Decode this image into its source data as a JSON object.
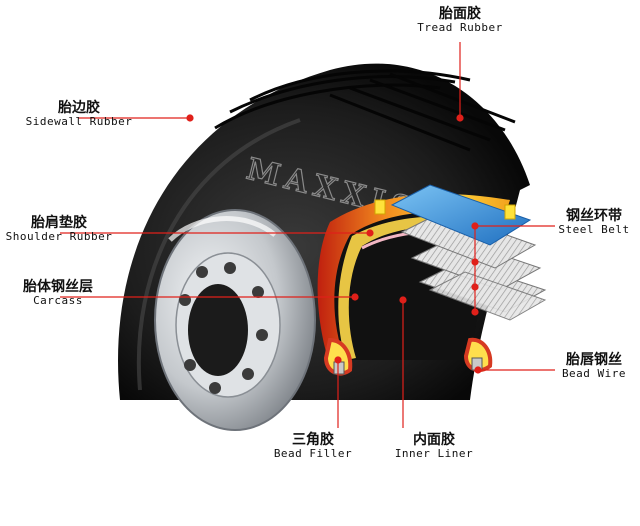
{
  "brand": "MAXXIS",
  "labels": {
    "tread": {
      "cn": "胎面胶",
      "en": "Tread Rubber"
    },
    "sidewall": {
      "cn": "胎边胶",
      "en": "Sidewall Rubber"
    },
    "shoulder": {
      "cn": "胎肩垫胶",
      "en": "Shoulder Rubber"
    },
    "carcass": {
      "cn": "胎体钢丝层",
      "en": "Carcass"
    },
    "belt": {
      "cn": "钢丝环带",
      "en": "Steel Belt"
    },
    "beadwire": {
      "cn": "胎唇钢丝",
      "en": "Bead Wire"
    },
    "filler": {
      "cn": "三角胶",
      "en": "Bead Filler"
    },
    "liner": {
      "cn": "内面胶",
      "en": "Inner Liner"
    }
  },
  "colors": {
    "leader": "#e0201a",
    "tire": "#1a1a1a",
    "rim": "#c9cdd2",
    "belt_blue": "#3a8fd8",
    "orange": "#f28a1e"
  }
}
